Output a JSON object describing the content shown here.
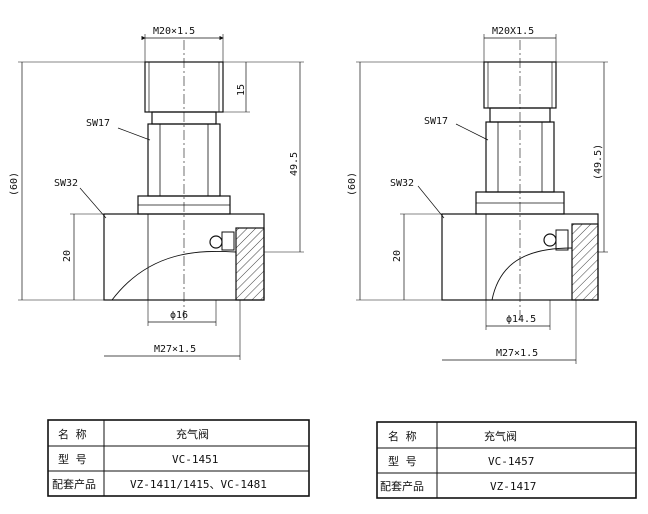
{
  "left_view": {
    "thread_top": "M20×1.5",
    "wrench_small": "SW17",
    "wrench_large": "SW32",
    "height_total": "(60)",
    "height_thread": "15",
    "height_mid": "49.5",
    "height_body": "20",
    "bore_dia": "ϕ16",
    "thread_bottom": "M27×1.5"
  },
  "right_view": {
    "thread_top": "M20X1.5",
    "wrench_small": "SW17",
    "wrench_large": "SW32",
    "height_total": "(60)",
    "height_mid": "(49.5)",
    "height_body": "20",
    "bore_dia": "ϕ14.5",
    "thread_bottom": "M27×1.5"
  },
  "table_left": {
    "rows": [
      {
        "label": "名  称",
        "value": "充气阀"
      },
      {
        "label": "型  号",
        "value": "VC-1451"
      },
      {
        "label": "配套产品",
        "value": "VZ-1411/1415、VC-1481"
      }
    ]
  },
  "table_right": {
    "rows": [
      {
        "label": "名  称",
        "value": "充气阀"
      },
      {
        "label": "型  号",
        "value": "VC-1457"
      },
      {
        "label": "配套产品",
        "value": "VZ-1417"
      }
    ]
  },
  "colors": {
    "line": "#111111",
    "paper": "#ffffff"
  }
}
